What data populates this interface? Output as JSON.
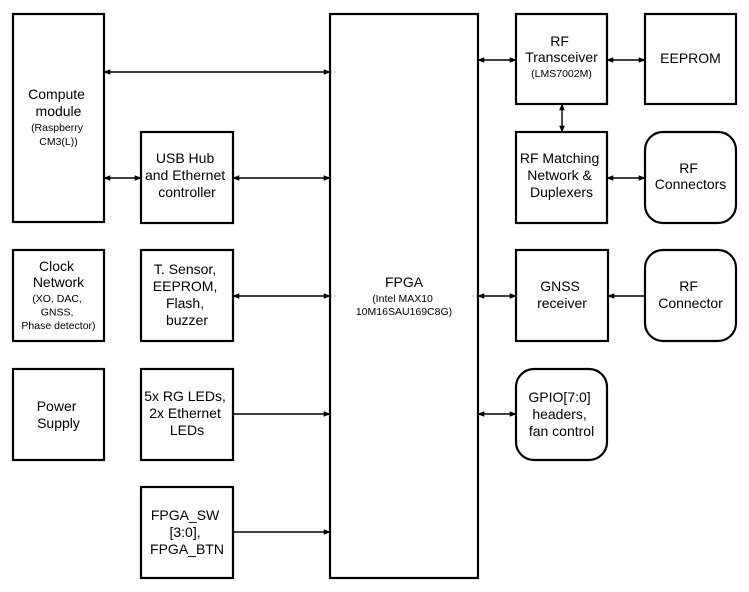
{
  "blocks": {
    "compute_module": {
      "lines": [
        "Compute",
        "module"
      ],
      "sub": [
        "(Raspberry",
        "CM3(L))"
      ]
    },
    "usb_hub": {
      "lines": [
        "USB Hub",
        "and Ethernet",
        "controller"
      ],
      "sub": []
    },
    "clock_network": {
      "lines": [
        "Clock",
        "Network"
      ],
      "sub": [
        "(XO, DAC,",
        "GNSS,",
        "Phase detector)"
      ]
    },
    "t_sensor": {
      "lines": [
        "T. Sensor,",
        "EEPROM,",
        "Flash,",
        "buzzer"
      ],
      "sub": []
    },
    "power_supply": {
      "lines": [
        "Power",
        "Supply"
      ],
      "sub": []
    },
    "leds": {
      "lines": [
        "5x RG LEDs,",
        "2x Ethernet",
        "LEDs"
      ],
      "sub": []
    },
    "fpga_sw": {
      "lines": [
        "FPGA_SW",
        "[3:0],",
        "FPGA_BTN"
      ],
      "sub": []
    },
    "fpga": {
      "lines": [
        "FPGA"
      ],
      "sub": [
        "(Intel MAX10",
        "10M16SAU169C8G)"
      ]
    },
    "rf_transceiver": {
      "lines": [
        "RF",
        "Transceiver"
      ],
      "sub": [
        "(LMS7002M)"
      ]
    },
    "eeprom": {
      "lines": [
        "EEPROM"
      ],
      "sub": []
    },
    "rf_matching": {
      "lines": [
        "RF Matching",
        "Network &",
        "Duplexers"
      ],
      "sub": []
    },
    "rf_connectors": {
      "lines": [
        "RF",
        "Connectors"
      ],
      "sub": []
    },
    "gnss_receiver": {
      "lines": [
        "GNSS",
        "receiver"
      ],
      "sub": []
    },
    "rf_connector": {
      "lines": [
        "RF",
        "Connector"
      ],
      "sub": []
    },
    "gpio": {
      "lines": [
        "GPIO[7:0]",
        "headers,",
        "fan control"
      ],
      "sub": []
    }
  }
}
